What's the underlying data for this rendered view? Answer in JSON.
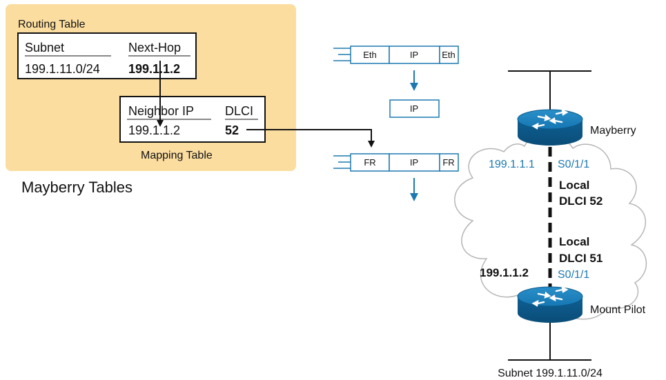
{
  "colors": {
    "panel_fill": "#fbdda0",
    "accent_blue": "#1b78b0",
    "router_blue": "#0f6ba6",
    "cloud_stroke": "#b5b5b5",
    "line": "#111111"
  },
  "mayberry_tables": {
    "caption": "Mayberry Tables",
    "routing_table": {
      "title": "Routing Table",
      "headers": [
        "Subnet",
        "Next-Hop"
      ],
      "row": {
        "subnet": "199.1.11.0/24",
        "next_hop": "199.1.1.2"
      }
    },
    "mapping_table": {
      "title": "Mapping Table",
      "headers": [
        "Neighbor IP",
        "DLCI"
      ],
      "row": {
        "neighbor_ip": "199.1.1.2",
        "dlci": "52"
      }
    }
  },
  "frames": {
    "ethernet": [
      "Eth",
      "IP",
      "Eth"
    ],
    "ip_only": "IP",
    "frame_relay": [
      "FR",
      "IP",
      "FR"
    ]
  },
  "network": {
    "router_top": {
      "name": "Mayberry",
      "ip": "199.1.1.1",
      "interface": "S0/1/1",
      "local_label": "Local",
      "dlci_label": "DLCI 52"
    },
    "router_bottom": {
      "name": "Mount Pilot",
      "ip": "199.1.1.2",
      "interface": "S0/1/1",
      "local_label": "Local",
      "dlci_label": "DLCI 51"
    },
    "subnet_label": "Subnet 199.1.11.0/24"
  }
}
